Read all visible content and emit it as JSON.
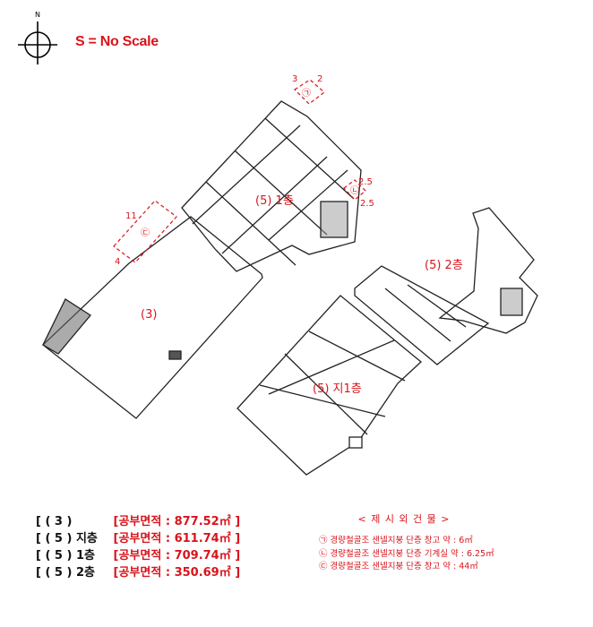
{
  "north": {
    "letter": "N"
  },
  "scale_note": "S = No Scale",
  "labels": {
    "bldg3": "(3)",
    "floor1": "(5) 1층",
    "floor2": "(5) 2층",
    "basement": "(5) 지1층"
  },
  "annex": {
    "a": {
      "symbol": "㉠",
      "dims": [
        "3",
        "2"
      ]
    },
    "b": {
      "symbol": "㉡",
      "dims": [
        "2.5",
        "2.5"
      ]
    },
    "c": {
      "symbol": "㉢",
      "dims": [
        "11",
        "4"
      ]
    }
  },
  "area_list": [
    {
      "tag": "[ ( 3 )",
      "value": "[공부면적 : 877.52㎡ ]"
    },
    {
      "tag": "[ ( 5 ) 지층",
      "value": "[공부면적 : 611.74㎡ ]"
    },
    {
      "tag": "[ ( 5 ) 1층",
      "value": "[공부면적 : 709.74㎡ ]"
    },
    {
      "tag": "[ ( 5 ) 2층",
      "value": "[공부면적 : 350.69㎡ ]"
    }
  ],
  "legend": {
    "title": "< 제 시 외 건 물 >",
    "items": [
      "㉠ 경량철골조 샌넬지붕 단층 창고 약 : 6㎡",
      "㉡ 경량철골조 샌넬지붕 단층 기계실 약 : 6.25㎡",
      "㉢ 경량철골조 샌넬지붕 단층 창고 약 : 44㎡"
    ]
  },
  "colors": {
    "accent": "#d9141c",
    "line": "#1a1a1a"
  }
}
